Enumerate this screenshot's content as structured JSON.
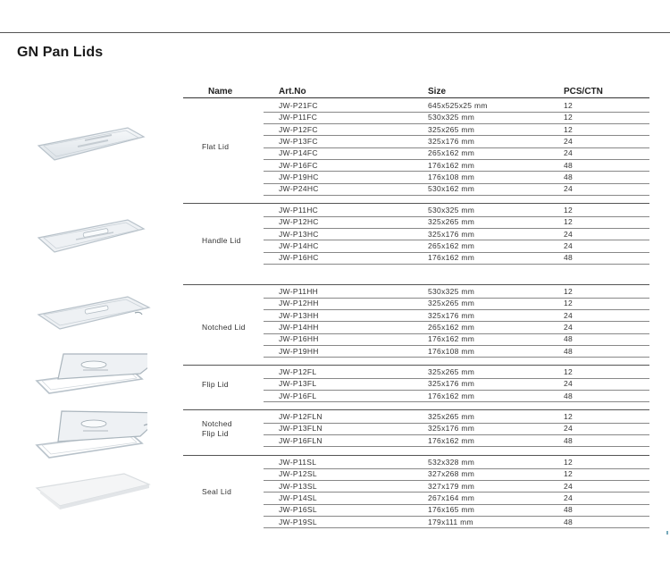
{
  "title": "GN Pan Lids",
  "columns": {
    "name": "Name",
    "art": "Art.No",
    "size": "Size",
    "pcs": "PCS/CTN"
  },
  "groups": [
    {
      "name_lines": [
        "Flat Lid"
      ],
      "icon": "flat-lid-image",
      "rows": [
        {
          "art": "JW-P21FC",
          "size": "645x525x25 mm",
          "pcs": "12"
        },
        {
          "art": "JW-P11FC",
          "size": "530x325 mm",
          "pcs": "12"
        },
        {
          "art": "JW-P12FC",
          "size": "325x265 mm",
          "pcs": "12"
        },
        {
          "art": "JW-P13FC",
          "size": "325x176 mm",
          "pcs": "24"
        },
        {
          "art": "JW-P14FC",
          "size": "265x162 mm",
          "pcs": "24"
        },
        {
          "art": "JW-P16FC",
          "size": "176x162 mm",
          "pcs": "48"
        },
        {
          "art": "JW-P19HC",
          "size": "176x108 mm",
          "pcs": "48"
        },
        {
          "art": "JW-P24HC",
          "size": "530x162 mm",
          "pcs": "24"
        }
      ]
    },
    {
      "name_lines": [
        "Handle Lid"
      ],
      "icon": "handle-lid-image",
      "rows": [
        {
          "art": "JW-P11HC",
          "size": "530x325 mm",
          "pcs": "12"
        },
        {
          "art": "JW-P12HC",
          "size": "325x265 mm",
          "pcs": "12"
        },
        {
          "art": "JW-P13HC",
          "size": "325x176 mm",
          "pcs": "24"
        },
        {
          "art": "JW-P14HC",
          "size": "265x162 mm",
          "pcs": "24"
        },
        {
          "art": "JW-P16HC",
          "size": "176x162 mm",
          "pcs": "48"
        }
      ]
    },
    {
      "name_lines": [
        "Notched Lid"
      ],
      "icon": "notched-lid-image",
      "rows": [
        {
          "art": "JW-P11HH",
          "size": "530x325 mm",
          "pcs": "12"
        },
        {
          "art": "JW-P12HH",
          "size": "325x265 mm",
          "pcs": "12"
        },
        {
          "art": "JW-P13HH",
          "size": "325x176 mm",
          "pcs": "24"
        },
        {
          "art": "JW-P14HH",
          "size": "265x162 mm",
          "pcs": "24"
        },
        {
          "art": "JW-P16HH",
          "size": "176x162 mm",
          "pcs": "48"
        },
        {
          "art": "JW-P19HH",
          "size": "176x108 mm",
          "pcs": "48"
        }
      ]
    },
    {
      "name_lines": [
        "Flip Lid"
      ],
      "icon": "flip-lid-image",
      "rows": [
        {
          "art": "JW-P12FL",
          "size": "325x265 mm",
          "pcs": "12"
        },
        {
          "art": "JW-P13FL",
          "size": "325x176 mm",
          "pcs": "24"
        },
        {
          "art": "JW-P16FL",
          "size": "176x162 mm",
          "pcs": "48"
        }
      ]
    },
    {
      "name_lines": [
        "Notched",
        "Flip Lid"
      ],
      "icon": "notched-flip-lid-image",
      "rows": [
        {
          "art": "JW-P12FLN",
          "size": "325x265 mm",
          "pcs": "12"
        },
        {
          "art": "JW-P13FLN",
          "size": "325x176 mm",
          "pcs": "24"
        },
        {
          "art": "JW-P16FLN",
          "size": "176x162 mm",
          "pcs": "48"
        }
      ]
    },
    {
      "name_lines": [
        "Seal Lid"
      ],
      "icon": "seal-lid-image",
      "rows": [
        {
          "art": "JW-P11SL",
          "size": "532x328 mm",
          "pcs": "12"
        },
        {
          "art": "JW-P12SL",
          "size": "327x268 mm",
          "pcs": "12"
        },
        {
          "art": "JW-P13SL",
          "size": "327x179 mm",
          "pcs": "24"
        },
        {
          "art": "JW-P14SL",
          "size": "267x164 mm",
          "pcs": "24"
        },
        {
          "art": "JW-P16SL",
          "size": "176x165 mm",
          "pcs": "48"
        },
        {
          "art": "JW-P19SL",
          "size": "179x111 mm",
          "pcs": "48"
        }
      ]
    }
  ]
}
